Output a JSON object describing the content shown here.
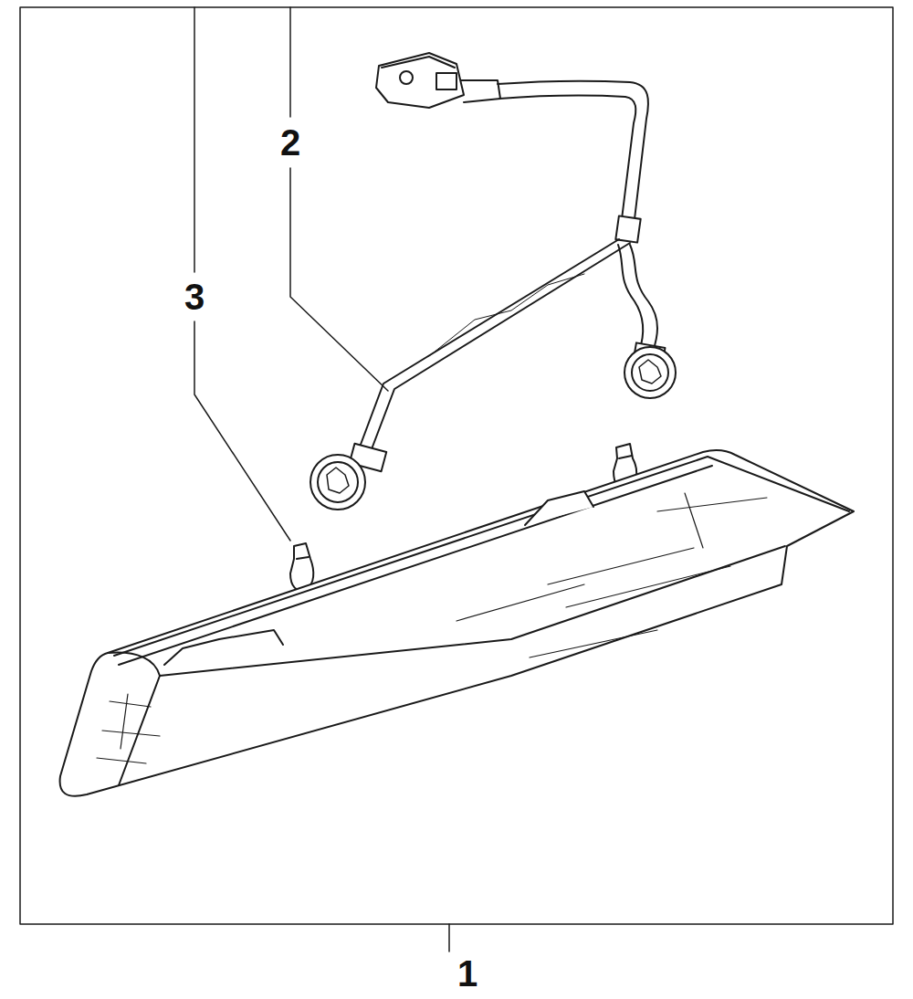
{
  "diagram": {
    "labels": [
      "2",
      "3",
      "1"
    ]
  }
}
